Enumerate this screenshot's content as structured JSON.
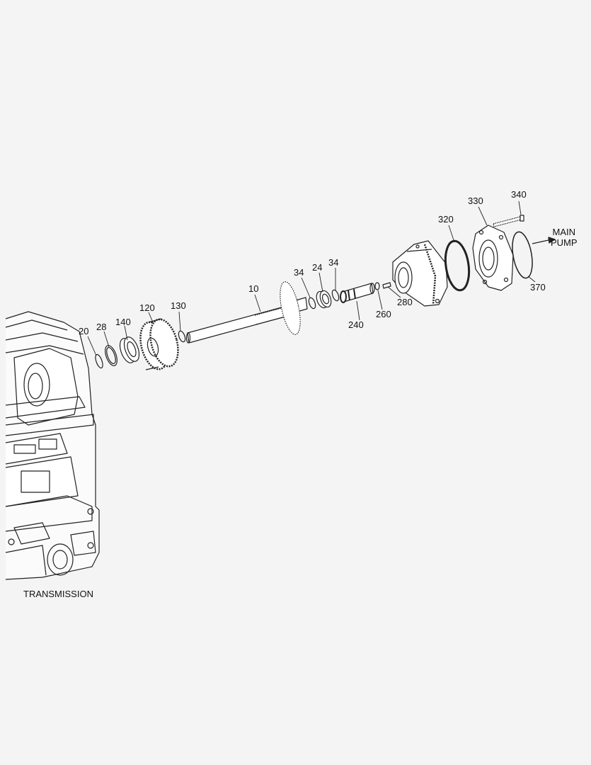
{
  "diagram": {
    "caption": "TRANSMISSION",
    "direction_label": [
      "MAIN",
      "PUMP"
    ],
    "parts": [
      {
        "id": "part-20",
        "label": "20"
      },
      {
        "id": "part-28",
        "label": "28"
      },
      {
        "id": "part-140",
        "label": "140"
      },
      {
        "id": "part-120",
        "label": "120"
      },
      {
        "id": "part-130",
        "label": "130"
      },
      {
        "id": "part-10",
        "label": "10"
      },
      {
        "id": "part-34a",
        "label": "34"
      },
      {
        "id": "part-24",
        "label": "24"
      },
      {
        "id": "part-34b",
        "label": "34"
      },
      {
        "id": "part-240",
        "label": "240"
      },
      {
        "id": "part-260",
        "label": "260"
      },
      {
        "id": "part-280",
        "label": "280"
      },
      {
        "id": "part-320",
        "label": "320"
      },
      {
        "id": "part-330",
        "label": "330"
      },
      {
        "id": "part-340",
        "label": "340"
      },
      {
        "id": "part-370",
        "label": "370"
      }
    ]
  }
}
